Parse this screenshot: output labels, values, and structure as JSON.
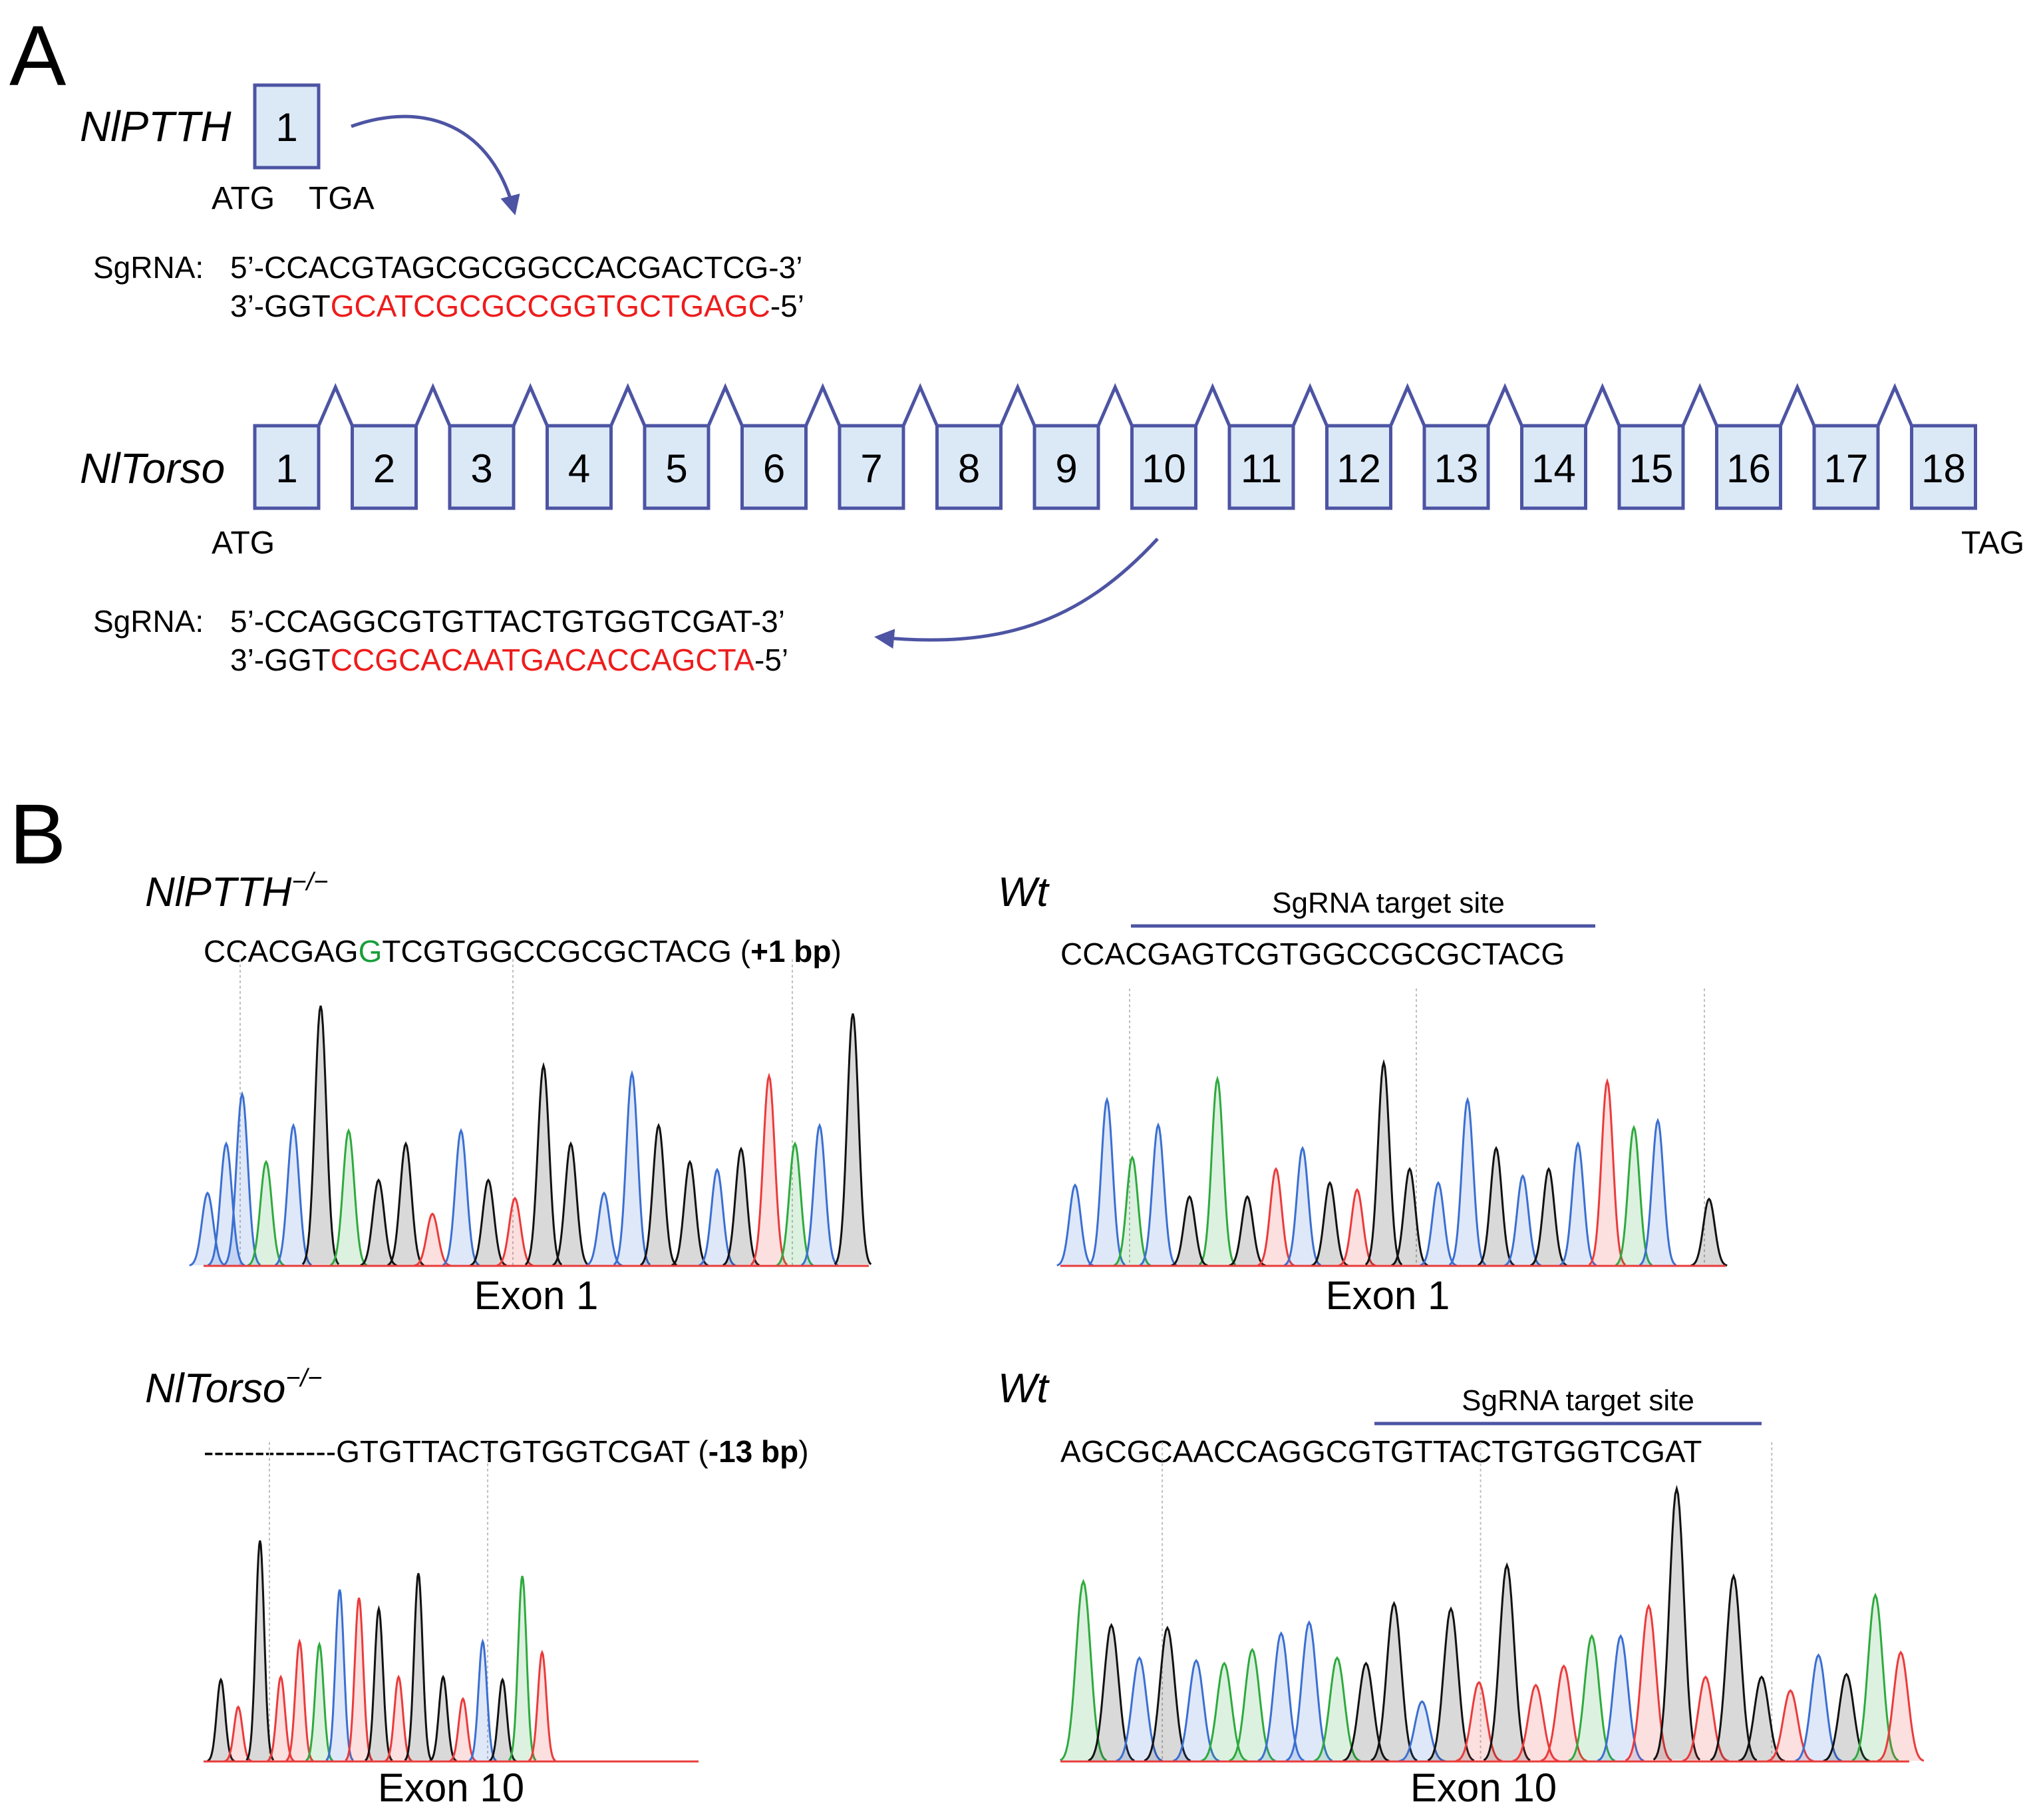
{
  "colors": {
    "exon_fill": "#dbe9f7",
    "exon_stroke": "#4d54a3",
    "arrow": "#4d54a3",
    "text": "#111111",
    "highlight_red": "#ee1c1c",
    "highlight_green": "#1a9e3a",
    "trace_A": "#2eaa3e",
    "trace_C": "#3b6fd1",
    "trace_G": "#111111",
    "trace_T": "#ea3b3b",
    "guide_line": "#bfbfbf"
  },
  "panel_a": {
    "label": "A",
    "pth": {
      "gene": "NlPTTH",
      "exon": "1",
      "start_codon": "ATG",
      "stop_codon": "TGA",
      "sgrna_label": "SgRNA:",
      "line1": "5’-CCACGTAGCGCGGCCACGACTCG-3’",
      "line2_prefix": "3’-GGT",
      "line2_target": "GCATCGCGCCGGTGCTGAGC",
      "line2_suffix": "-5’"
    },
    "torso": {
      "gene": "NlTorso",
      "exons": [
        "1",
        "2",
        "3",
        "4",
        "5",
        "6",
        "7",
        "8",
        "9",
        "10",
        "11",
        "12",
        "13",
        "14",
        "15",
        "16",
        "17",
        "18"
      ],
      "start_codon": "ATG",
      "stop_codon": "TAG",
      "sgrna_label": "SgRNA:",
      "line1": "5’-CCAGGCGTGTTACTGTGGTCGAT-3’",
      "line2_prefix": "3’-GGT",
      "line2_target": "CCGCACAATGACACCAGCTA",
      "line2_suffix": "-5’"
    }
  },
  "panel_b": {
    "label": "B",
    "pth_mut": {
      "genotype": "NlPTTH",
      "sup": "−/−",
      "seq_before": "CCACGAG",
      "seq_insert": "G",
      "seq_after": "TCGTGGCCGCGCTACG",
      "change_open": " (",
      "change_bold": "+1 bp",
      "change_close": ")",
      "exon_label": "Exon 1",
      "peaks": [
        {
          "base": "C",
          "pos": 0.006,
          "h": 0.28
        },
        {
          "base": "C",
          "pos": 0.034,
          "h": 0.47
        },
        {
          "base": "C",
          "pos": 0.058,
          "h": 0.66
        },
        {
          "base": "A",
          "pos": 0.094,
          "h": 0.4
        },
        {
          "base": "C",
          "pos": 0.135,
          "h": 0.54
        },
        {
          "base": "G",
          "pos": 0.176,
          "h": 1.0
        },
        {
          "base": "A",
          "pos": 0.218,
          "h": 0.52
        },
        {
          "base": "G",
          "pos": 0.263,
          "h": 0.33
        },
        {
          "base": "G",
          "pos": 0.304,
          "h": 0.47
        },
        {
          "base": "T",
          "pos": 0.344,
          "h": 0.2
        },
        {
          "base": "C",
          "pos": 0.387,
          "h": 0.52
        },
        {
          "base": "G",
          "pos": 0.428,
          "h": 0.33
        },
        {
          "base": "T",
          "pos": 0.468,
          "h": 0.26
        },
        {
          "base": "G",
          "pos": 0.511,
          "h": 0.77
        },
        {
          "base": "G",
          "pos": 0.552,
          "h": 0.47
        },
        {
          "base": "C",
          "pos": 0.602,
          "h": 0.28
        },
        {
          "base": "C",
          "pos": 0.644,
          "h": 0.74
        },
        {
          "base": "G",
          "pos": 0.684,
          "h": 0.54
        },
        {
          "base": "G",
          "pos": 0.731,
          "h": 0.4
        },
        {
          "base": "C",
          "pos": 0.772,
          "h": 0.37
        },
        {
          "base": "G",
          "pos": 0.808,
          "h": 0.45
        },
        {
          "base": "T",
          "pos": 0.85,
          "h": 0.73
        },
        {
          "base": "A",
          "pos": 0.889,
          "h": 0.47
        },
        {
          "base": "C",
          "pos": 0.926,
          "h": 0.54
        },
        {
          "base": "G",
          "pos": 0.976,
          "h": 0.97
        }
      ]
    },
    "pth_wt": {
      "genotype": "Wt",
      "site_label": "SgRNA target site",
      "seq": "CCACGAGTCGTGGCCGCGCTACG",
      "exon_label": "Exon 1",
      "peaks": [
        {
          "base": "C",
          "pos": 0.022,
          "h": 0.35
        },
        {
          "base": "C",
          "pos": 0.07,
          "h": 0.72
        },
        {
          "base": "A",
          "pos": 0.108,
          "h": 0.47
        },
        {
          "base": "C",
          "pos": 0.147,
          "h": 0.61
        },
        {
          "base": "A",
          "pos": 0.236,
          "h": 0.81
        },
        {
          "base": "G",
          "pos": 0.194,
          "h": 0.3
        },
        {
          "base": "G",
          "pos": 0.281,
          "h": 0.3
        },
        {
          "base": "T",
          "pos": 0.324,
          "h": 0.42
        },
        {
          "base": "C",
          "pos": 0.364,
          "h": 0.51
        },
        {
          "base": "G",
          "pos": 0.405,
          "h": 0.36
        },
        {
          "base": "T",
          "pos": 0.446,
          "h": 0.33
        },
        {
          "base": "G",
          "pos": 0.486,
          "h": 0.88
        },
        {
          "base": "G",
          "pos": 0.525,
          "h": 0.42
        },
        {
          "base": "C",
          "pos": 0.568,
          "h": 0.36
        },
        {
          "base": "C",
          "pos": 0.612,
          "h": 0.72
        },
        {
          "base": "G",
          "pos": 0.655,
          "h": 0.51
        },
        {
          "base": "C",
          "pos": 0.695,
          "h": 0.39
        },
        {
          "base": "G",
          "pos": 0.734,
          "h": 0.42
        },
        {
          "base": "C",
          "pos": 0.778,
          "h": 0.53
        },
        {
          "base": "T",
          "pos": 0.822,
          "h": 0.8
        },
        {
          "base": "A",
          "pos": 0.862,
          "h": 0.6
        },
        {
          "base": "C",
          "pos": 0.898,
          "h": 0.63
        },
        {
          "base": "G",
          "pos": 0.975,
          "h": 0.29
        }
      ]
    },
    "torso_mut": {
      "genotype": "NlTorso",
      "sup": "−/−",
      "seq": "-------------GTGTTACTGTGGTCGAT",
      "change_open": " (",
      "change_bold": "-13 bp",
      "change_close": ")",
      "exon_label": "Exon 10",
      "peaks": [
        {
          "base": "G",
          "pos": 0.035,
          "h": 0.3
        },
        {
          "base": "T",
          "pos": 0.07,
          "h": 0.2
        },
        {
          "base": "G",
          "pos": 0.114,
          "h": 0.81
        },
        {
          "base": "T",
          "pos": 0.156,
          "h": 0.31
        },
        {
          "base": "T",
          "pos": 0.194,
          "h": 0.44
        },
        {
          "base": "A",
          "pos": 0.234,
          "h": 0.43
        },
        {
          "base": "C",
          "pos": 0.275,
          "h": 0.63
        },
        {
          "base": "T",
          "pos": 0.314,
          "h": 0.6
        },
        {
          "base": "G",
          "pos": 0.354,
          "h": 0.56
        },
        {
          "base": "T",
          "pos": 0.394,
          "h": 0.31
        },
        {
          "base": "G",
          "pos": 0.434,
          "h": 0.69
        },
        {
          "base": "G",
          "pos": 0.484,
          "h": 0.31
        },
        {
          "base": "T",
          "pos": 0.524,
          "h": 0.23
        },
        {
          "base": "C",
          "pos": 0.564,
          "h": 0.44
        },
        {
          "base": "G",
          "pos": 0.604,
          "h": 0.3
        },
        {
          "base": "A",
          "pos": 0.644,
          "h": 0.68
        },
        {
          "base": "T",
          "pos": 0.684,
          "h": 0.4
        }
      ]
    },
    "torso_wt": {
      "genotype": "Wt",
      "site_label": "SgRNA target site",
      "seq": "AGCGCAACCAGGCGTGTTACTGTGGTCGAT",
      "exon_label": "Exon 10",
      "peaks": [
        {
          "base": "A",
          "pos": 0.027,
          "h": 0.66
        },
        {
          "base": "G",
          "pos": 0.06,
          "h": 0.5
        },
        {
          "base": "C",
          "pos": 0.093,
          "h": 0.38
        },
        {
          "base": "G",
          "pos": 0.126,
          "h": 0.49
        },
        {
          "base": "C",
          "pos": 0.16,
          "h": 0.37
        },
        {
          "base": "A",
          "pos": 0.193,
          "h": 0.36
        },
        {
          "base": "A",
          "pos": 0.226,
          "h": 0.41
        },
        {
          "base": "C",
          "pos": 0.26,
          "h": 0.47
        },
        {
          "base": "C",
          "pos": 0.293,
          "h": 0.51
        },
        {
          "base": "A",
          "pos": 0.326,
          "h": 0.38
        },
        {
          "base": "G",
          "pos": 0.36,
          "h": 0.36
        },
        {
          "base": "G",
          "pos": 0.393,
          "h": 0.58
        },
        {
          "base": "C",
          "pos": 0.426,
          "h": 0.22
        },
        {
          "base": "G",
          "pos": 0.46,
          "h": 0.56
        },
        {
          "base": "T",
          "pos": 0.493,
          "h": 0.29
        },
        {
          "base": "G",
          "pos": 0.526,
          "h": 0.72
        },
        {
          "base": "T",
          "pos": 0.56,
          "h": 0.28
        },
        {
          "base": "T",
          "pos": 0.593,
          "h": 0.35
        },
        {
          "base": "A",
          "pos": 0.626,
          "h": 0.46
        },
        {
          "base": "C",
          "pos": 0.66,
          "h": 0.46
        },
        {
          "base": "T",
          "pos": 0.693,
          "h": 0.57
        },
        {
          "base": "G",
          "pos": 0.726,
          "h": 1.0
        },
        {
          "base": "T",
          "pos": 0.76,
          "h": 0.31
        },
        {
          "base": "G",
          "pos": 0.793,
          "h": 0.68
        },
        {
          "base": "G",
          "pos": 0.826,
          "h": 0.31
        },
        {
          "base": "T",
          "pos": 0.86,
          "h": 0.26
        },
        {
          "base": "C",
          "pos": 0.893,
          "h": 0.39
        },
        {
          "base": "G",
          "pos": 0.926,
          "h": 0.32
        },
        {
          "base": "A",
          "pos": 0.96,
          "h": 0.61
        },
        {
          "base": "T",
          "pos": 0.99,
          "h": 0.4
        }
      ]
    }
  }
}
